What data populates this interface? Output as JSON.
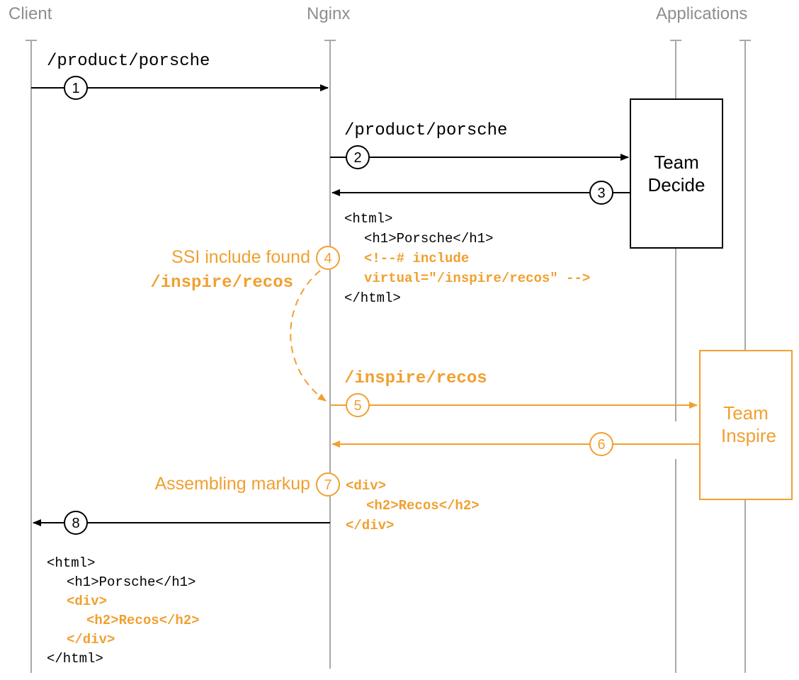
{
  "headers": {
    "client": "Client",
    "nginx": "Nginx",
    "applications": "Applications"
  },
  "steps": {
    "s1": {
      "num": "1",
      "label": "/product/porsche"
    },
    "s2": {
      "num": "2",
      "label": "/product/porsche"
    },
    "s3": {
      "num": "3"
    },
    "s4": {
      "num": "4",
      "note": "SSI include found",
      "path": "/inspire/recos"
    },
    "s5": {
      "num": "5",
      "label": "/inspire/recos"
    },
    "s6": {
      "num": "6"
    },
    "s7": {
      "num": "7",
      "note": "Assembling markup"
    },
    "s8": {
      "num": "8"
    }
  },
  "boxes": {
    "decide": {
      "line1": "Team",
      "line2": "Decide"
    },
    "inspire": {
      "line1": "Team",
      "line2": "Inspire"
    }
  },
  "decide_response": {
    "l1": "<html>",
    "l2": "<h1>Porsche</h1>",
    "l3": "<!--# include",
    "l4": "virtual=\"/inspire/recos\" -->",
    "l5": "</html>"
  },
  "inspire_response": {
    "l1": "<div>",
    "l2": "<h2>Recos</h2>",
    "l3": "</div>"
  },
  "final_markup": {
    "l1": "<html>",
    "l2": "<h1>Porsche</h1>",
    "l3": "<div>",
    "l4": "<h2>Recos</h2>",
    "l5": "</div>",
    "l6": "</html>"
  },
  "colors": {
    "accent": "#f0a030",
    "lifeline": "#a8a8a8",
    "header": "#8e8e8e"
  }
}
